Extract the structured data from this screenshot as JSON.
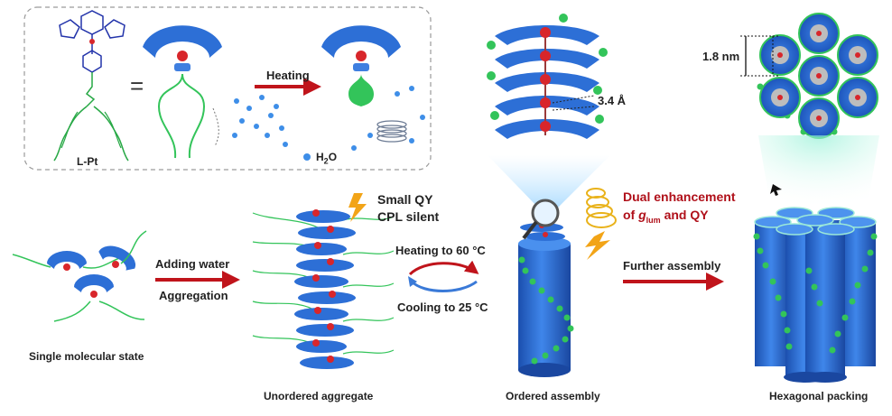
{
  "inset": {
    "molecule_label": "L-Pt",
    "equals": "=",
    "heating_label": "Heating",
    "water_label_main": "H",
    "water_label_sub": "2",
    "water_label_tail": "O"
  },
  "arrows": {
    "adding_water": "Adding water",
    "aggregation": "Aggregation",
    "heating_to": "Heating to 60 °C",
    "cooling_to": "Cooling to 25 °C",
    "further_assembly": "Further assembly"
  },
  "stages": {
    "single": "Single molecular state",
    "unordered": "Unordered aggregate",
    "ordered": "Ordered assembly",
    "hexagonal": "Hexagonal packing"
  },
  "notes": {
    "small_qy": "Small QY",
    "cpl_silent": "CPL silent",
    "dual_line1": "Dual enhancement",
    "dual_of": "of ",
    "dual_g": "g",
    "dual_sub": "lum",
    "dual_tail": " and QY",
    "spacing": "3.4 Å",
    "diameter": "1.8 nm"
  },
  "colors": {
    "blue": "#2d6fd6",
    "red_arrow": "#c0141b",
    "green": "#33c45a",
    "pt_red": "#d8262b",
    "dual_text": "#b0101a"
  }
}
